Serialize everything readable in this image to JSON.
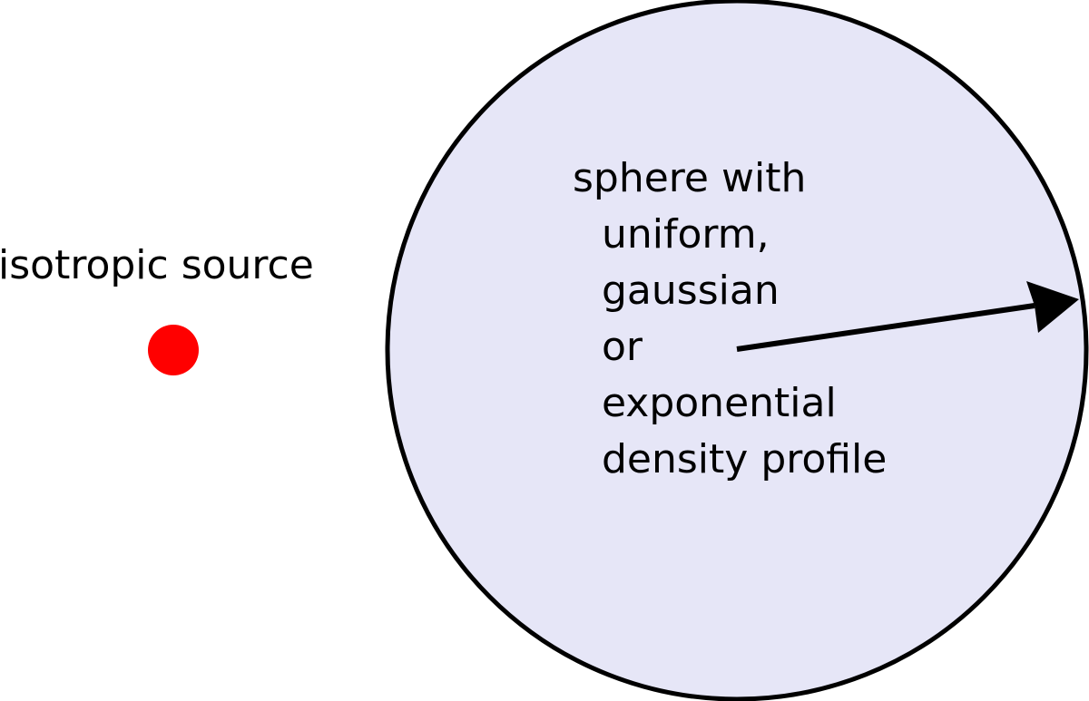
{
  "source": {
    "label": "isotropic source",
    "color": "#ff0000"
  },
  "sphere": {
    "label_lines": [
      "sphere with",
      "uniform,",
      "gaussian",
      "or",
      "exponential",
      "density profile"
    ],
    "fill_color": "#e6e6f7",
    "outline_color": "#000000"
  },
  "radius_arrow": {
    "color": "#000000"
  }
}
